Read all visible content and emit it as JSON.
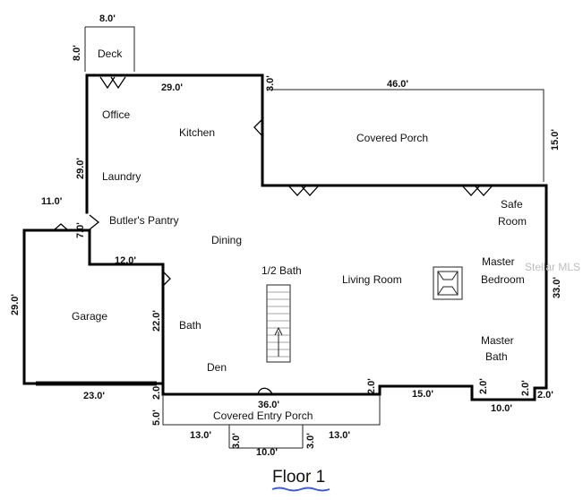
{
  "title": "Floor 1",
  "watermark": "Stellar MLS",
  "colors": {
    "wall": "#000000",
    "underline": "#3b5bdb",
    "watermark": "#bdbdbd"
  },
  "rooms": {
    "deck": "Deck",
    "office": "Office",
    "kitchen": "Kitchen",
    "covered_porch": "Covered Porch",
    "laundry": "Laundry",
    "butlers_pantry": "Butler's Pantry",
    "dining": "Dining",
    "safe_room_1": "Safe",
    "safe_room_2": "Room",
    "half_bath": "1/2 Bath",
    "living_room": "Living Room",
    "master_bedroom_1": "Master",
    "master_bedroom_2": "Bedroom",
    "garage": "Garage",
    "bath": "Bath",
    "master_bath_1": "Master",
    "master_bath_2": "Bath",
    "den": "Den",
    "covered_entry_porch": "Covered Entry Porch"
  },
  "dimensions": {
    "deck_width": "8.0'",
    "deck_depth": "8.0'",
    "kitchen_wall": "29.0'",
    "step_3": "3.0'",
    "porch_width": "46.0'",
    "porch_depth": "15.0'",
    "office_side": "29.0'",
    "garage_top": "11.0'",
    "garage_step": "7.0'",
    "pantry_wall": "12.0'",
    "garage_depth": "29.0'",
    "bath_wall": "22.0'",
    "master_depth": "33.0'",
    "garage_width": "23.0'",
    "front_2a": "2.0'",
    "front_36": "36.0'",
    "front_2b": "2.0'",
    "front_15": "15.0'",
    "front_2c": "2.0'",
    "front_2d": "2.0'",
    "front_2e": "2.0'",
    "front_10": "10.0'",
    "entry_5": "5.0'",
    "entry_13a": "13.0'",
    "entry_3a": "3.0'",
    "entry_10": "10.0'",
    "entry_3b": "3.0'",
    "entry_13b": "13.0'"
  }
}
